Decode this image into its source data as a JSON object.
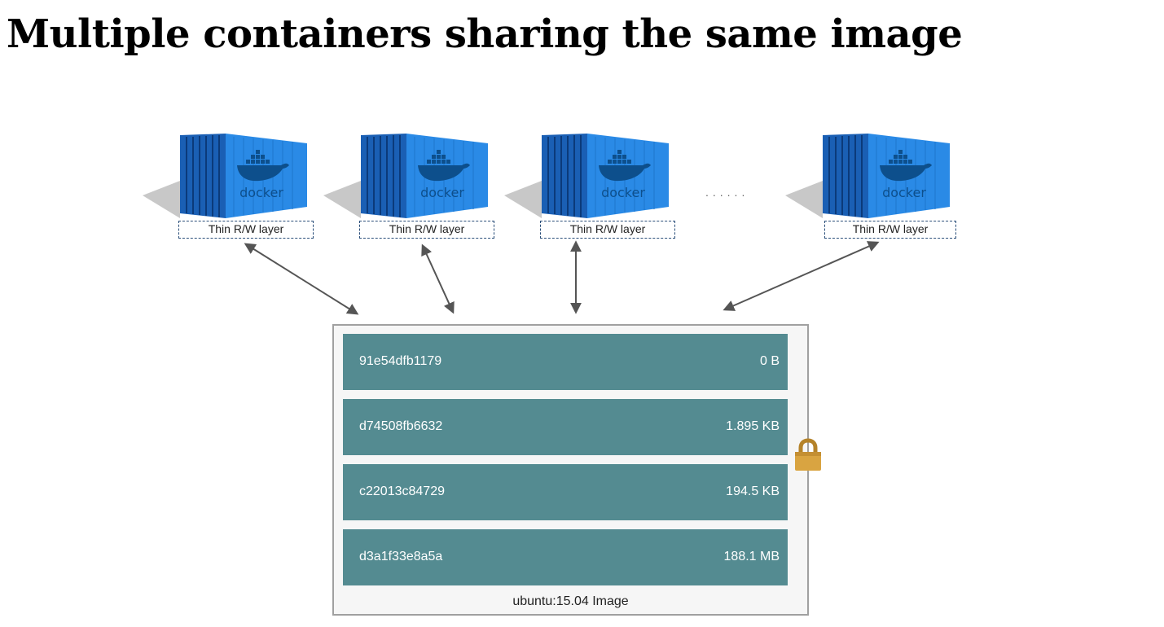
{
  "title": "Multiple containers sharing the same image",
  "containers": [
    {
      "logo_text": "docker",
      "layer_label": "Thin R/W layer"
    },
    {
      "logo_text": "docker",
      "layer_label": "Thin R/W layer"
    },
    {
      "logo_text": "docker",
      "layer_label": "Thin R/W layer"
    },
    {
      "logo_text": "docker",
      "layer_label": "Thin R/W layer"
    }
  ],
  "ellipsis": "......",
  "image": {
    "label": "ubuntu:15.04 Image",
    "layers": [
      {
        "id": "91e54dfb1179",
        "size": "0 B"
      },
      {
        "id": "d74508fb6632",
        "size": "1.895 KB"
      },
      {
        "id": "c22013c84729",
        "size": "194.5 KB"
      },
      {
        "id": "d3a1f33e8a5a",
        "size": "188.1 MB"
      }
    ]
  },
  "icons": {
    "lock": "lock-icon",
    "whale": "docker-whale-icon"
  },
  "colors": {
    "container_blue": "#1b76d1",
    "layer_fill": "#548b91",
    "lock_gold": "#d9a441",
    "border_dashed": "#2b4f7a"
  }
}
